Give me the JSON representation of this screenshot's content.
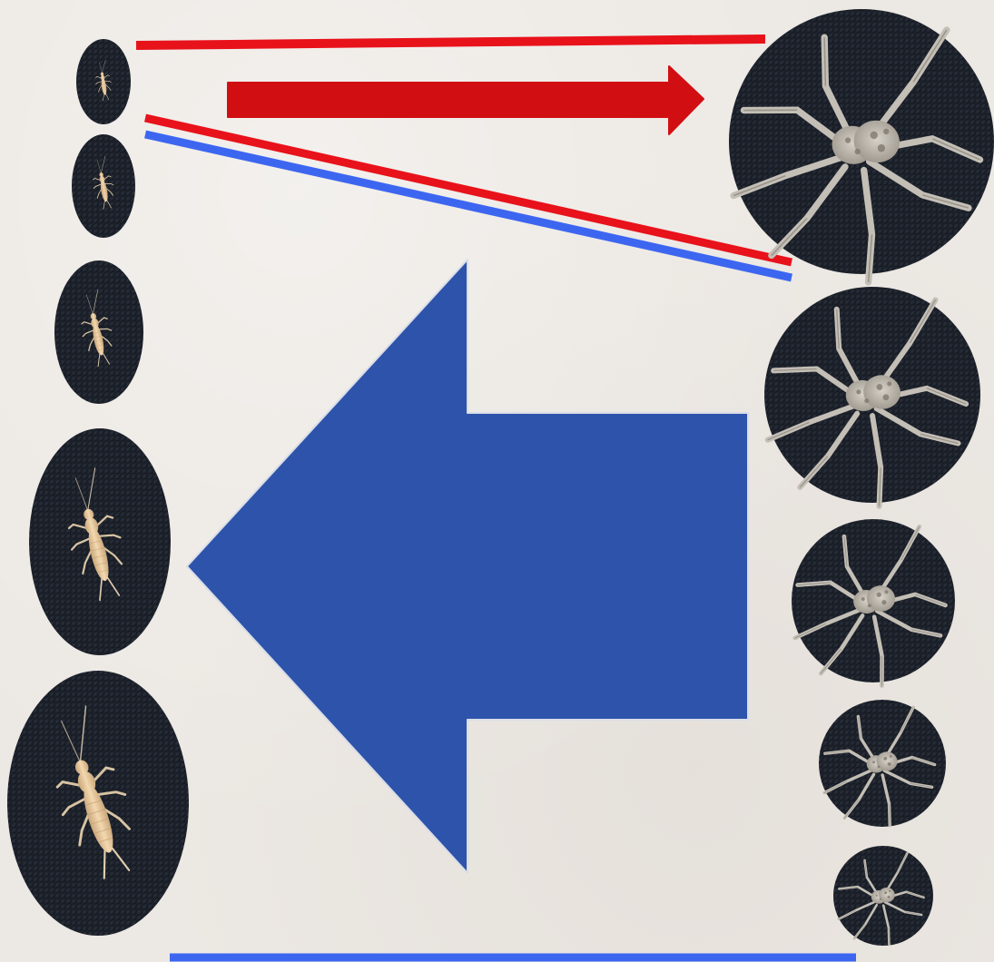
{
  "slide": {
    "alt_text": "",
    "colors": {
      "background": "#ece8e3",
      "red": "#e8121b",
      "dark_red_arrow": "#d10f12",
      "blue_arrow": "#2d53aa",
      "blue_line": "#3d66f0",
      "photo_bg": "#1c212b",
      "insect_body": "#e9c79c",
      "spider_body": "#b8b2a8"
    }
  },
  "photos": {
    "left_column": [
      {
        "name": "insect-photo-1",
        "subject": "insect",
        "icon": "insect-icon"
      },
      {
        "name": "insect-photo-2",
        "subject": "insect",
        "icon": "insect-icon"
      },
      {
        "name": "insect-photo-3",
        "subject": "insect",
        "icon": "insect-icon"
      },
      {
        "name": "insect-photo-4",
        "subject": "insect",
        "icon": "insect-icon"
      },
      {
        "name": "insect-photo-5",
        "subject": "insect",
        "icon": "insect-icon"
      }
    ],
    "right_column": [
      {
        "name": "spider-photo-1",
        "subject": "spider",
        "icon": "spider-icon"
      },
      {
        "name": "spider-photo-2",
        "subject": "spider",
        "icon": "spider-icon"
      },
      {
        "name": "spider-photo-3",
        "subject": "spider",
        "icon": "spider-icon"
      },
      {
        "name": "spider-photo-4",
        "subject": "spider",
        "icon": "spider-icon"
      },
      {
        "name": "spider-photo-5",
        "subject": "spider",
        "icon": "spider-icon"
      }
    ]
  },
  "connectors": {
    "top_red_line": "red",
    "diagonal_red_line": "red",
    "diagonal_blue_line": "blue",
    "bottom_blue_line": "blue"
  },
  "arrows": {
    "small_right_arrow": {
      "direction": "right",
      "color": "dark_red_arrow",
      "icon": "arrow-right-icon"
    },
    "big_left_arrow": {
      "direction": "left",
      "color": "blue_arrow",
      "icon": "arrow-left-icon"
    }
  }
}
